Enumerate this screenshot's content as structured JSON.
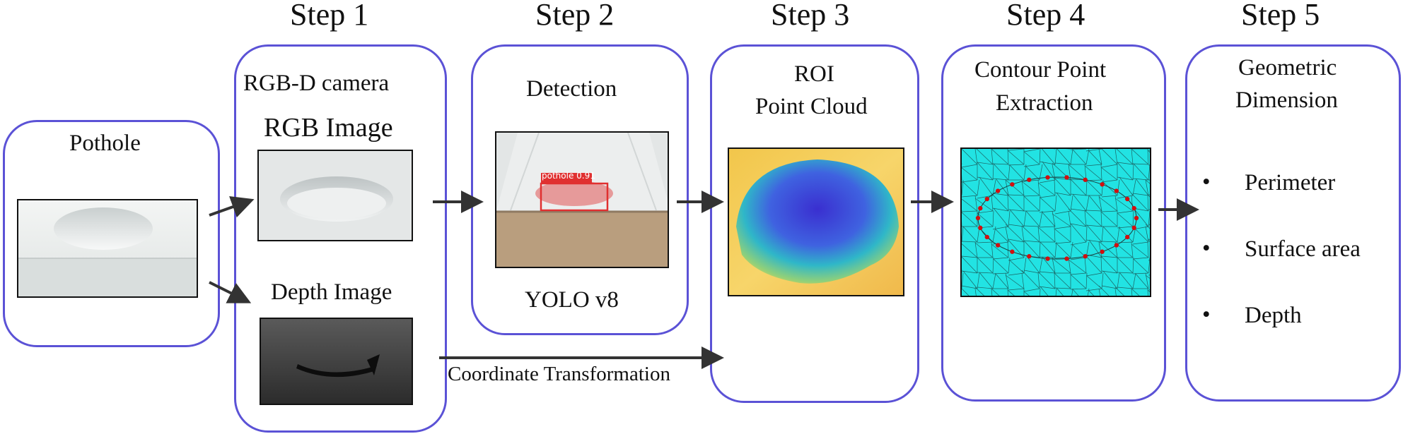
{
  "steps": [
    "Step 1",
    "Step 2",
    "Step 3",
    "Step 4",
    "Step 5"
  ],
  "pothole": {
    "title": "Pothole"
  },
  "step1": {
    "title": "RGB-D camera",
    "rgb_label": "RGB Image",
    "depth_label": "Depth Image"
  },
  "step2": {
    "title": "Detection",
    "detection_label": "pothole 0.91",
    "model": "YOLO v8"
  },
  "step3": {
    "title_line1": "ROI",
    "title_line2": "Point Cloud"
  },
  "step4": {
    "title_line1": "Contour Point",
    "title_line2": "Extraction"
  },
  "step5": {
    "title_line1": "Geometric",
    "title_line2": "Dimension",
    "bullets": [
      "Perimeter",
      "Surface area",
      "Depth"
    ]
  },
  "arrow_label": "Coordinate Transformation",
  "colors": {
    "box_border": "#5b52d6",
    "arrow": "#333333",
    "detection_box": "#e03030",
    "contour_point": "#d01010",
    "mesh_fill": "#1ee0e0"
  }
}
